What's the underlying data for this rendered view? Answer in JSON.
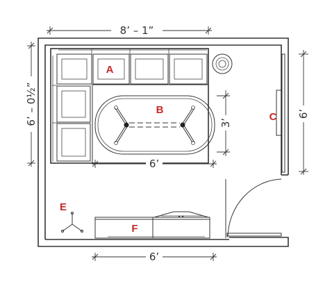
{
  "colors": {
    "label": "#c62828",
    "line": "#333333"
  },
  "dimensions": {
    "top_width": "8’ – 1”",
    "left_height": "6’ – 0½”",
    "right_height": "6’",
    "table_length": "6’",
    "table_width": "3’",
    "bottom_width": "6’"
  },
  "labels": {
    "sofa": "A",
    "table": "B",
    "screen": "C",
    "lamp": "E",
    "cabinet": "F"
  }
}
